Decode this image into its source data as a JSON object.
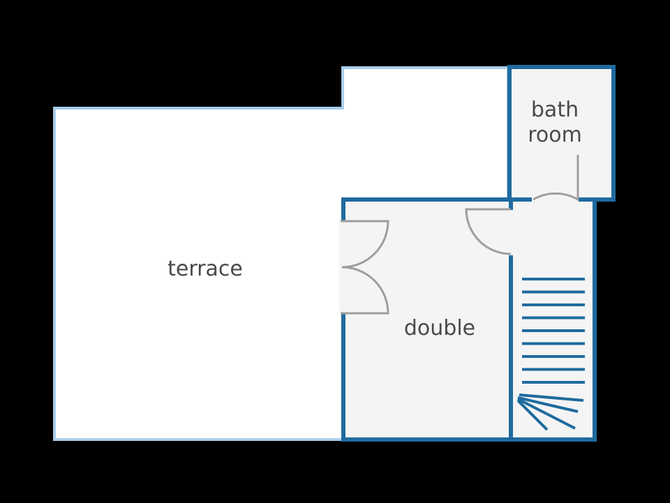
{
  "colors": {
    "background": "#000000",
    "terrace_fill": "#ffffff",
    "interior_fill": "#f4f4f4",
    "terrace_wall": "#a9cdea",
    "interior_wall": "#1f6b9e",
    "stairs": "#1f6b9e",
    "door": "#9e9e9e",
    "label": "#4a4a4a"
  },
  "rooms": {
    "terrace": {
      "label": "terrace"
    },
    "double": {
      "label": "double"
    },
    "bathroom": {
      "label_line1": "bath",
      "label_line2": "room"
    }
  }
}
